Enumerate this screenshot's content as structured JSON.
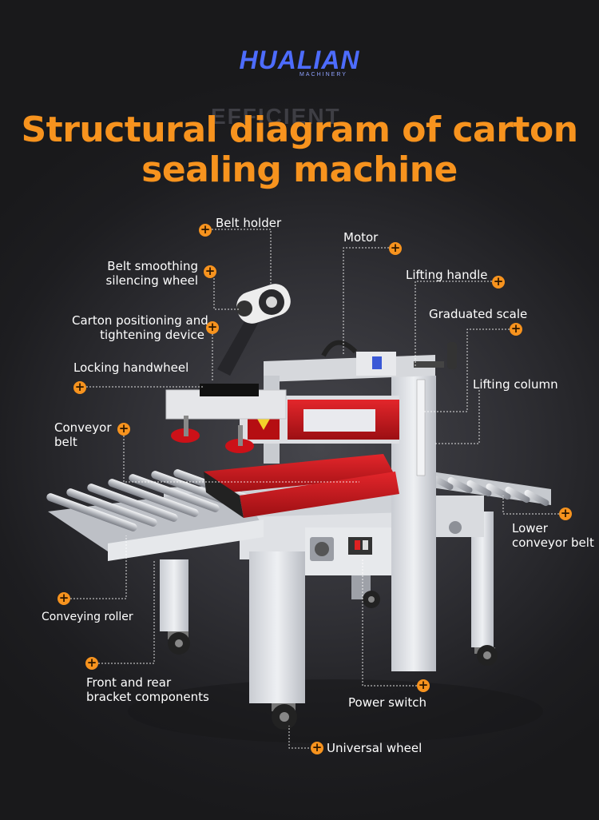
{
  "brand": {
    "name": "HUALIAN",
    "sub": "MACHINERY"
  },
  "header": {
    "ghost_text": "EFFICIENT",
    "title_line1": "Structural diagram of carton",
    "title_line2": "sealing machine"
  },
  "colors": {
    "accent": "#f7931e",
    "brand": "#4d6cff",
    "background": "#1c1c1f",
    "leader": "#ffffff"
  },
  "marker": {
    "icon": "plus-circle-icon",
    "glyph": "+"
  },
  "labels": {
    "belt_holder": "Belt holder",
    "motor": "Motor",
    "belt_smoothing_1": "Belt smoothing",
    "belt_smoothing_2": "silencing wheel",
    "lifting_handle": "Lifting handle",
    "carton_positioning_1": "Carton positioning and",
    "carton_positioning_2": "tightening device",
    "graduated_scale": "Graduated scale",
    "locking_handwheel": "Locking handwheel",
    "lifting_column": "Lifting column",
    "conveyor_belt_1": "Conveyor",
    "conveyor_belt_2": "belt",
    "lower_conveyor_1": "Lower",
    "lower_conveyor_2": "conveyor belt",
    "conveying_roller": "Conveying roller",
    "front_rear_1": "Front and rear",
    "front_rear_2": "bracket components",
    "power_switch": "Power switch",
    "universal_wheel": "Universal wheel"
  }
}
